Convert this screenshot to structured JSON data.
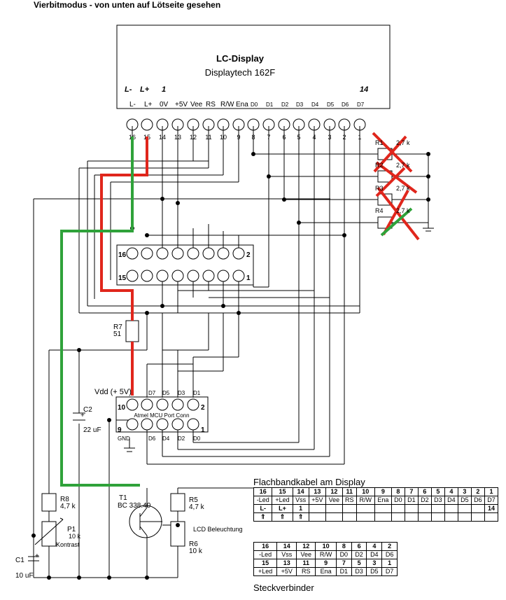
{
  "header": {
    "title": "Vierbitmodus - von unten auf Lötseite gesehen"
  },
  "display": {
    "name": "LC-Display",
    "model": "Displaytech 162F",
    "tag_lminus": "L-",
    "tag_lplus": "L+",
    "tag_1": "1",
    "tag_14": "14",
    "pin_names": [
      "L-",
      "L+",
      "0V",
      "+5V",
      "Vee",
      "RS",
      "R/W",
      "Ena",
      "D0",
      "D1",
      "D2",
      "D3",
      "D4",
      "D5",
      "D6",
      "D7"
    ],
    "pin_numbers": [
      "16",
      "15",
      "14",
      "13",
      "12",
      "11",
      "10",
      "9",
      "8",
      "7",
      "6",
      "5",
      "4",
      "3",
      "2",
      "1"
    ]
  },
  "resistor_array": {
    "r1": "R1",
    "r2": "R2",
    "r3": "R3",
    "r4": "R4",
    "value": "2,7 k"
  },
  "connector": {
    "left_top": "16",
    "right_top": "2",
    "left_bottom": "15",
    "right_bottom": "1"
  },
  "mcu": {
    "vdd": "Vdd (+ 5V)",
    "top_pins": [
      "D7",
      "D5",
      "D3",
      "D1"
    ],
    "label": "Atmel MCU Port Conn",
    "left_top": "10",
    "right_top": "2",
    "left_bottom": "9",
    "right_bottom": "1",
    "gnd": "GND",
    "bottom_pins": [
      "D6",
      "D4",
      "D2",
      "D0"
    ]
  },
  "parts": {
    "r7": "R7",
    "r7v": "51",
    "c2": "C2",
    "c2v": "22 uF",
    "r8": "R8",
    "r8v": "4,7 k",
    "p1": "P1",
    "p1v": "10 k",
    "p1n": "Kontrast",
    "c1": "C1",
    "c1v": "10 uF",
    "t1": "T1",
    "t1v": "BC 338.40",
    "r5": "R5",
    "r5v": "4,7 k",
    "led": "LCD Beleuchtung",
    "r6": "R6",
    "r6v": "10 k",
    "plus": "+"
  },
  "table1": {
    "title": "Flachbandkabel am Display",
    "row1": [
      "16",
      "15",
      "14",
      "13",
      "12",
      "11",
      "10",
      "9",
      "8",
      "7",
      "6",
      "5",
      "4",
      "3",
      "2",
      "1"
    ],
    "row2": [
      "-Led",
      "+Led",
      "Vss",
      "+5V",
      "Vee",
      "RS",
      "R/W",
      "Ena",
      "D0",
      "D1",
      "D2",
      "D3",
      "D4",
      "D5",
      "D6",
      "D7"
    ],
    "row3": [
      "L-",
      "L+",
      "1",
      "",
      "",
      "",
      "",
      "",
      "",
      "",
      "",
      "",
      "",
      "",
      "",
      "14"
    ],
    "row4": [
      "⇑",
      "⇑",
      "⇑",
      "",
      "",
      "",
      "",
      "",
      "",
      "",
      "",
      "",
      "",
      "",
      "",
      ""
    ]
  },
  "table2": {
    "title": "Steckverbinder",
    "row1": [
      "16",
      "14",
      "12",
      "10",
      "8",
      "6",
      "4",
      "2"
    ],
    "row2": [
      "-Led",
      "Vss",
      "Vee",
      "R/W",
      "D0",
      "D2",
      "D4",
      "D6"
    ],
    "row3": [
      "15",
      "13",
      "11",
      "9",
      "7",
      "5",
      "3",
      "1"
    ],
    "row4": [
      "+Led",
      "+5V",
      "RS",
      "Ena",
      "D1",
      "D3",
      "D5",
      "D7"
    ]
  }
}
